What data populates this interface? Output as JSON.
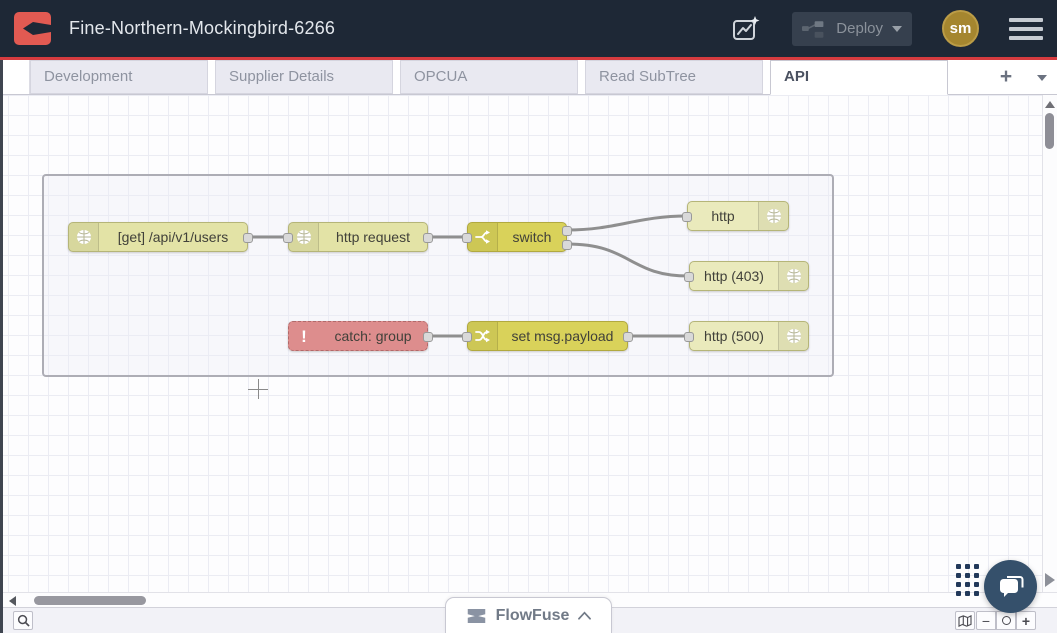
{
  "header": {
    "title": "Fine-Northern-Mockingbird-6266",
    "deploy": {
      "label": "Deploy",
      "enabled": false
    },
    "avatar": {
      "initials": "sm"
    },
    "icons": {
      "ai_assistant": "flow-sparkle",
      "menu": "hamburger"
    }
  },
  "tabs": {
    "items": [
      {
        "label": "Development",
        "active": false
      },
      {
        "label": "Supplier Details",
        "active": false
      },
      {
        "label": "OPCUA",
        "active": false
      },
      {
        "label": "Read SubTree",
        "active": false
      },
      {
        "label": "API",
        "active": true
      }
    ],
    "add_label": "+"
  },
  "canvas": {
    "group": {
      "note": "unnamed group containing API flow"
    },
    "nodes": [
      {
        "label": "[get] /api/v1/users",
        "type": "http in",
        "color": "#e3e3a6",
        "icon": "globe",
        "icon_side": "left"
      },
      {
        "label": "http request",
        "type": "http request",
        "color": "#e3e3a6",
        "icon": "globe",
        "icon_side": "left"
      },
      {
        "label": "switch",
        "type": "switch",
        "color": "#d9d25a",
        "icon": "switch-fork",
        "icon_side": "left",
        "outputs": 2
      },
      {
        "label": "http",
        "type": "http response",
        "color": "#eaeabc",
        "icon": "globe",
        "icon_side": "right"
      },
      {
        "label": "http (403)",
        "type": "http response",
        "color": "#eaeabc",
        "icon": "globe",
        "icon_side": "right"
      },
      {
        "label": "catch: group",
        "type": "catch",
        "color": "#dd8d8d",
        "icon": "exclamation",
        "icon_side": "left"
      },
      {
        "label": "set msg.payload",
        "type": "change",
        "color": "#d9d25a",
        "icon": "shuffle",
        "icon_side": "left"
      },
      {
        "label": "http (500)",
        "type": "http response",
        "color": "#eaeabc",
        "icon": "globe",
        "icon_side": "right"
      }
    ]
  },
  "footer": {
    "flowfuse_label": "FlowFuse",
    "zoom_minus": "−",
    "zoom_plus": "+"
  },
  "colors": {
    "header_bg": "#1e2836",
    "accent_red": "#d63b3f",
    "logo_red": "#e25a52",
    "tab_inactive_bg": "#e9e9f1",
    "node_khaki": "#e3e3a6",
    "node_yellow": "#d9d25a",
    "node_catch_red": "#dd8d8d",
    "wire_gray": "#8f8f8f",
    "avatar_gold": "#a5862f",
    "chat_navy": "#35506b"
  }
}
